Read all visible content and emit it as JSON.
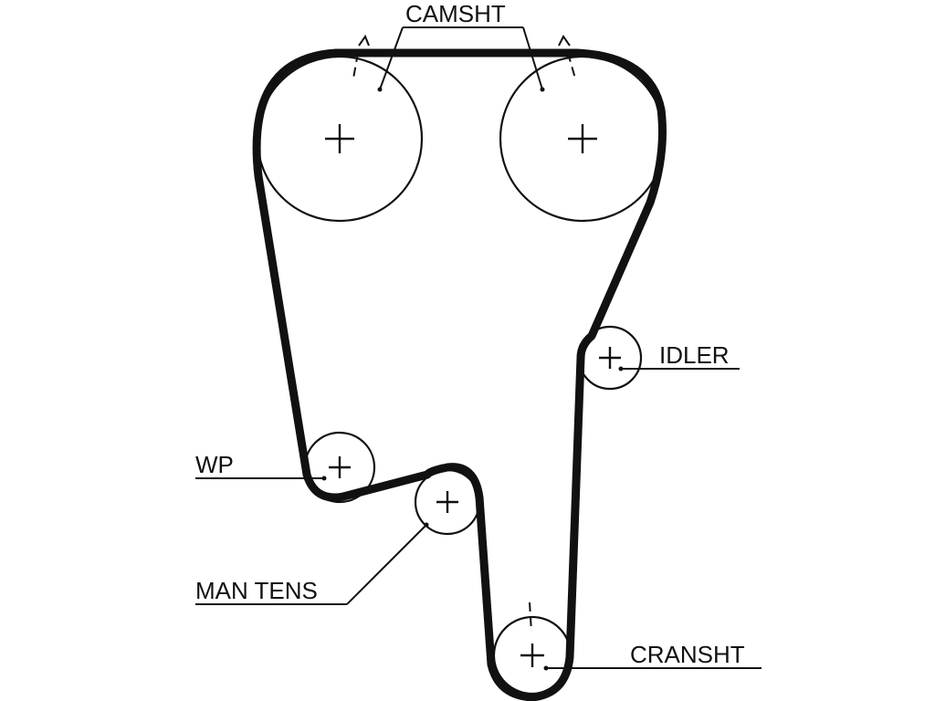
{
  "labels": {
    "camshaft": "CAMSHT",
    "idler": "IDLER",
    "water_pump": "WP",
    "manual_tensioner": "MAN TENS",
    "crankshaft": "CRANSHT"
  },
  "colors": {
    "ink": "#111111",
    "background": "#ffffff"
  }
}
